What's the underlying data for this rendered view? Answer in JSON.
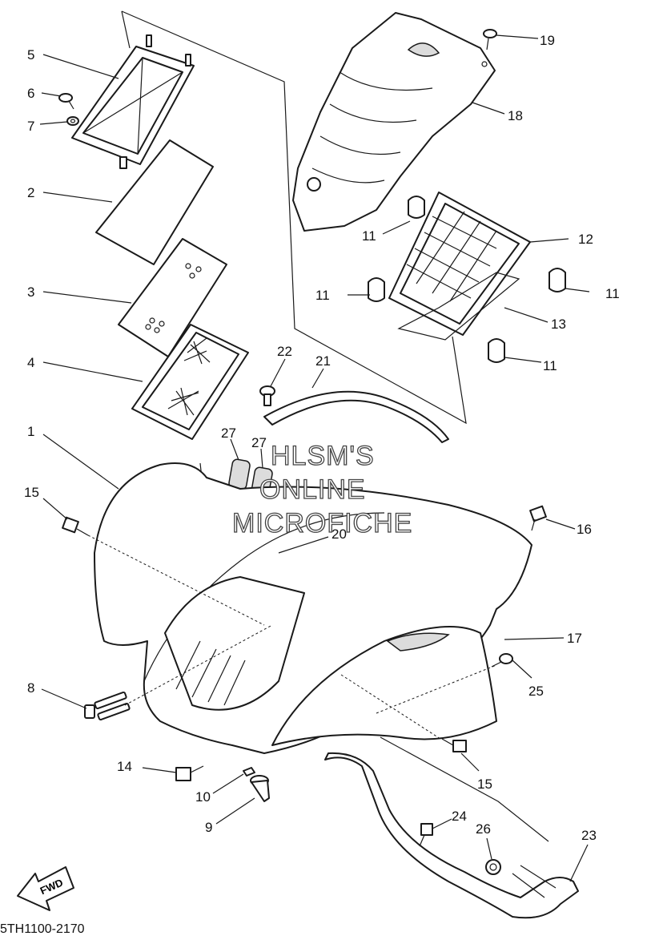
{
  "labels": [
    "5",
    "6",
    "7",
    "2",
    "3",
    "4",
    "1",
    "15",
    "8",
    "14",
    "10",
    "9",
    "19",
    "18",
    "11",
    "12",
    "11",
    "13",
    "11",
    "11",
    "22",
    "21",
    "27",
    "27",
    "20",
    "16",
    "17",
    "25",
    "15",
    "24",
    "26",
    "23"
  ],
  "watermark": [
    "HLSM'S",
    "ONLINE",
    "MICROFICHE"
  ],
  "direction_badge": "FWD",
  "drawing_code": "5TH1100-2170"
}
